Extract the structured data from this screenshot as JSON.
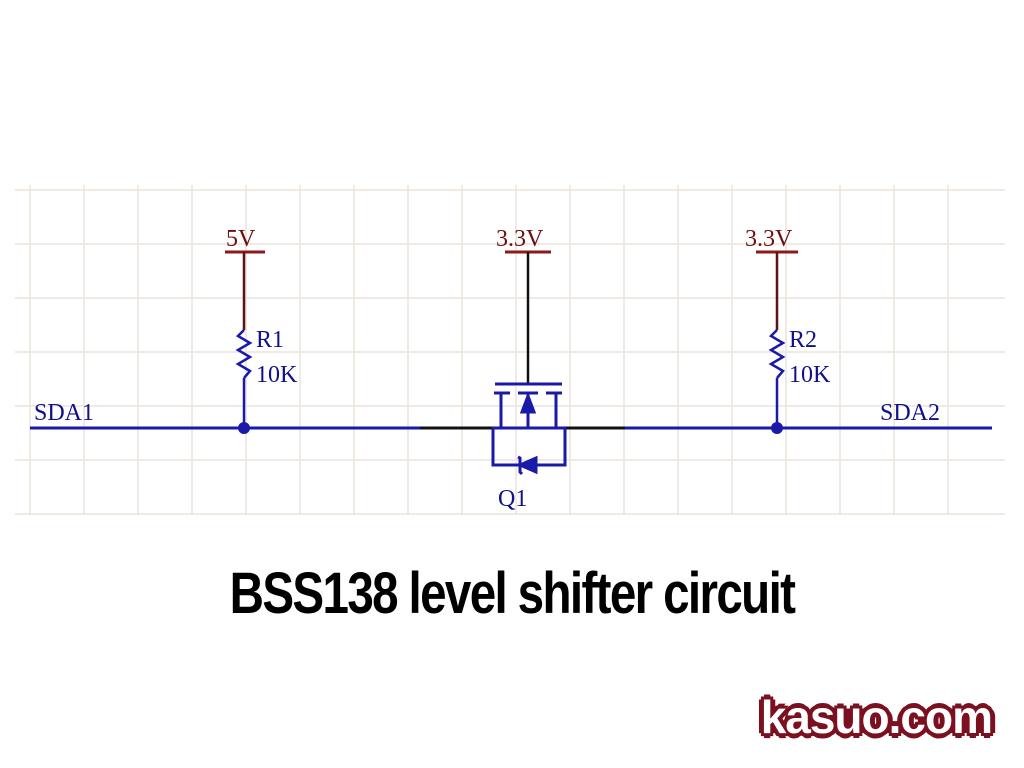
{
  "diagram": {
    "power_labels": {
      "left": "5V",
      "center": "3.3V",
      "right": "3.3V"
    },
    "resistors": [
      {
        "name": "R1",
        "value": "10K"
      },
      {
        "name": "R2",
        "value": "10K"
      }
    ],
    "transistor": {
      "name": "Q1"
    },
    "nets": {
      "left": "SDA1",
      "right": "SDA2"
    },
    "colors": {
      "wire": "#1a1aa8",
      "power": "#8b1a1a",
      "grid": "#ece4dc",
      "logo": "#7a1020"
    }
  },
  "title": "BSS138 level shifter circuit",
  "watermark": "kasuo.com"
}
